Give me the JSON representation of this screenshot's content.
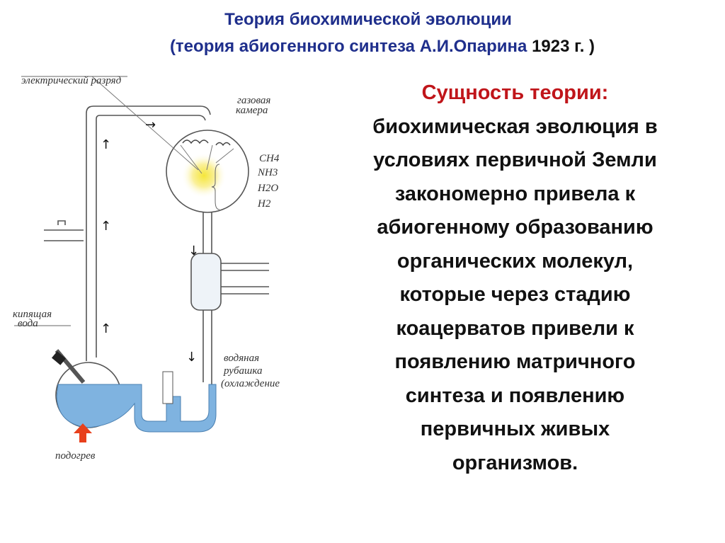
{
  "title": {
    "line1": "Теория биохимической эволюции",
    "line2": "(теория абиогенного синтеза А.И.Опарина ",
    "year": "1923 г. )"
  },
  "diagram": {
    "labels": {
      "discharge": "электрический разряд",
      "gas_chamber_1": "газовая",
      "gas_chamber_2": "камера",
      "gas1": "CH4",
      "gas2": "NH3",
      "gas3": "H2O",
      "gas4": "H2",
      "boiling_1": "кипящая",
      "boiling_2": "вода",
      "jacket_1": "водяная",
      "jacket_2": "рубашка",
      "jacket_3": "(охлаждение",
      "heating": "подогрев"
    },
    "colors": {
      "water": "#7fb3e0",
      "heat_arrow": "#e8401c",
      "spark": "#f7e84a"
    }
  },
  "essence": {
    "heading": "Сущность теории:",
    "lines": [
      "биохимическая эволюция в",
      "условиях первичной Земли",
      "закономерно привела к",
      "абиогенному образованию",
      "органических молекул,",
      "которые через стадию",
      "коацерватов привели к",
      "появлению матричного",
      "синтеза и появлению",
      "первичных живых",
      "организмов."
    ]
  }
}
